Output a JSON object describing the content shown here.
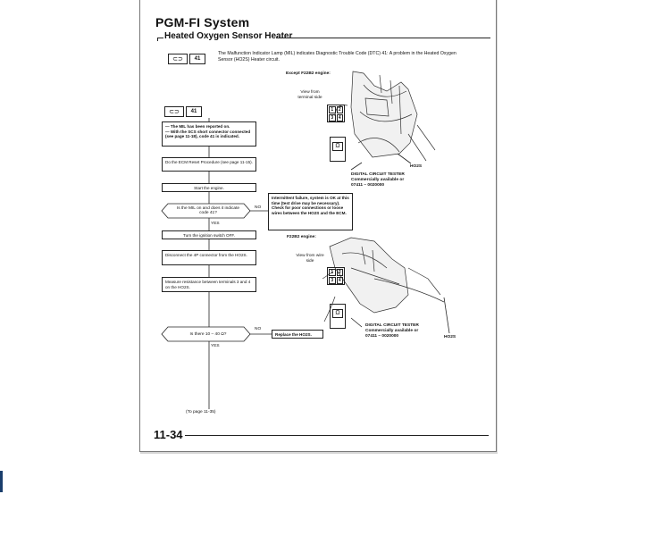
{
  "page": {
    "system_title": "PGM-FI System",
    "section_title": "Heated Oxygen Sensor Heater",
    "mil_code": "41",
    "description": "The Malfunction Indicator Lamp (MIL) indicates Diagnostic Trouble Code (DTC) 41: A problem in the Heated Oxygen Sensor (HO2S) Heater circuit.",
    "page_number": "11-34"
  },
  "flow": {
    "step1": "— The MIL has been reported on.\n— With the SCS short connector connected (see page 11-18), code 41 is indicated.",
    "step2": "Do the ECM Reset Procedure (see page 11-15).",
    "step3": "Start the engine.",
    "q1": "Is the MIL on and does it indicate code 41?",
    "q1_no": "NO",
    "q1_yes": "YES",
    "intermittent": "Intermittent failure, system is OK at this time (test drive may be necessary). Check for poor connections or loose wires between the HO2S and the ECM.",
    "step4": "Turn the ignition switch OFF.",
    "step5": "Disconnect the 4P connector from the HO2S.",
    "step6": "Measure resistance between terminals 3 and 4 on the HO2S.",
    "q2": "Is there 10 – 40 Ω?",
    "q2_no": "NO",
    "q2_yes": "YES",
    "replace": "Replace the HO2S.",
    "to_page": "(To page 11-35)"
  },
  "figures": {
    "top_engine": "Except F22B2 engine:",
    "top_view": "View from terminal side",
    "bottom_engine": "F22B2 engine:",
    "bottom_view": "View from wire side",
    "terminals": [
      "1",
      "2",
      "3",
      "4"
    ],
    "tester_label": "DIGITAL CIRCUIT TESTER",
    "tester_note": "Commercially available or",
    "tester_part": "07411 – 0020000",
    "sensor_label": "HO2S"
  }
}
